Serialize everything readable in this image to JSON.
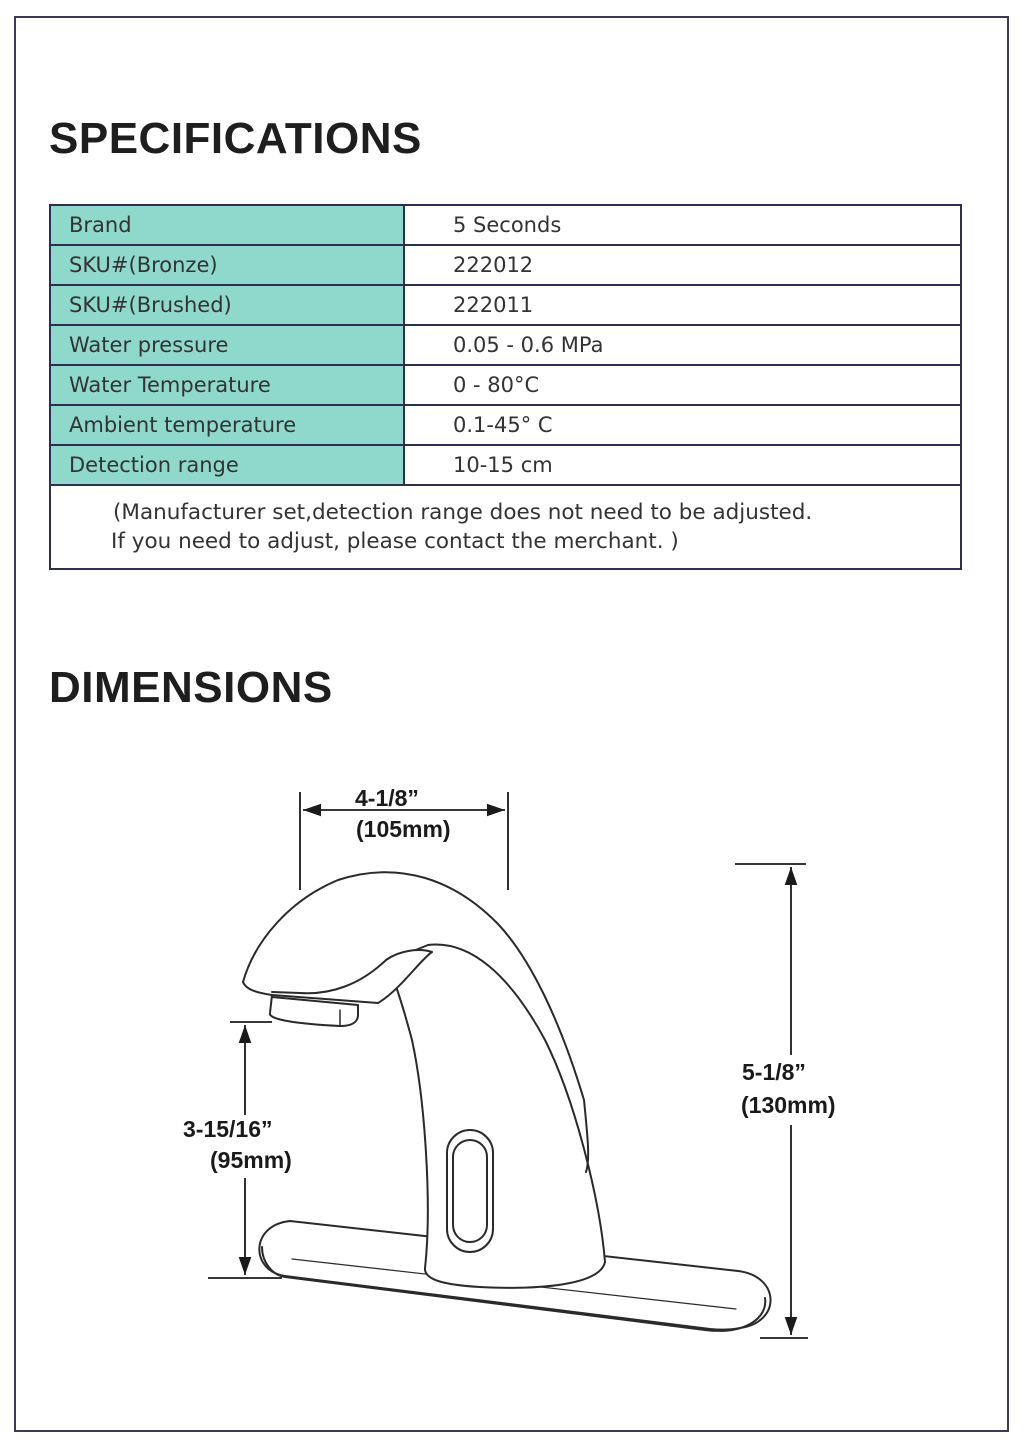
{
  "specifications": {
    "title": "SPECIFICATIONS",
    "rows": [
      {
        "label": "Brand",
        "value": "5 Seconds"
      },
      {
        "label": "SKU#(Bronze)",
        "value": "222012"
      },
      {
        "label": "SKU#(Brushed)",
        "value": "222011"
      },
      {
        "label": "Water pressure",
        "value": "0.05 - 0.6 MPa"
      },
      {
        "label": "Water Temperature",
        "value": "0 - 80°C"
      },
      {
        "label": "Ambient temperature",
        "value": "0.1-45° C"
      },
      {
        "label": "Detection range",
        "value": "10-15 cm"
      }
    ],
    "note_line1": "(Manufacturer set,detection range does not need to be adjusted.",
    "note_line2": "If you need to adjust, please contact the merchant. )"
  },
  "dimensions": {
    "title": "DIMENSIONS",
    "width_in": "4-1/8”",
    "width_mm": "(105mm)",
    "spout_height_in": "3-15/16”",
    "spout_height_mm": "(95mm)",
    "total_height_in": "5-1/8”",
    "total_height_mm": "(130mm)"
  },
  "colors": {
    "label_cell_bg": "#8fd8cc",
    "table_border": "#2e2e55",
    "frame_border": "#3a3a5a"
  }
}
